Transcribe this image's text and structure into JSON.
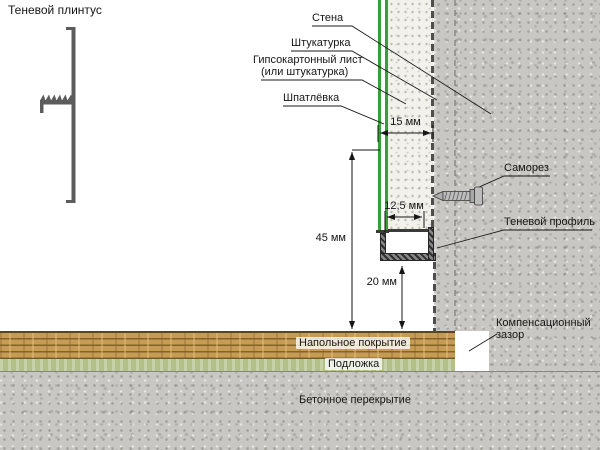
{
  "title": "Теневой плинтус",
  "callouts": {
    "wall": "Стена",
    "plaster": "Штукатурка",
    "drywall_l1": "Гипсокартонный лист",
    "drywall_l2": "(или штукатурка)",
    "putty": "Шпатлёвка",
    "screw": "Саморез",
    "shadow_profile": "Теневой профиль",
    "comp_gap_l1": "Компенсационный",
    "comp_gap_l2": "зазор"
  },
  "dimensions": {
    "finish_thickness": "15 мм",
    "board_thickness": "12,5 мм",
    "profile_height": "45 мм",
    "shadow_gap": "20 мм"
  },
  "floor": {
    "covering": "Напольное покрытие",
    "underlay": "Подложка",
    "slab": "Бетонное перекрытие"
  },
  "colors": {
    "concrete": "#c8c7c3",
    "drywall": "#f2f1ec",
    "wood": "#c69c54",
    "underlay_green": "#b3c188",
    "finish_green": "#35a035",
    "metal": "#4a4a4a",
    "line": "#161616"
  }
}
